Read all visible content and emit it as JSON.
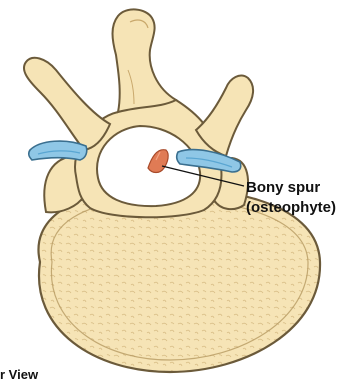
{
  "figure": {
    "callout": {
      "line1": "Bony spur",
      "line2": "(osteophyte)"
    },
    "caption": "r View"
  },
  "colors": {
    "bone_fill": "#f6e4b6",
    "bone_shade": "#e2c48a",
    "bone_outline": "#6b5a3a",
    "cartilage_fill": "#8fc7e6",
    "cartilage_shade": "#5aa6d2",
    "spur": "#e07b55",
    "background": "#ffffff"
  }
}
